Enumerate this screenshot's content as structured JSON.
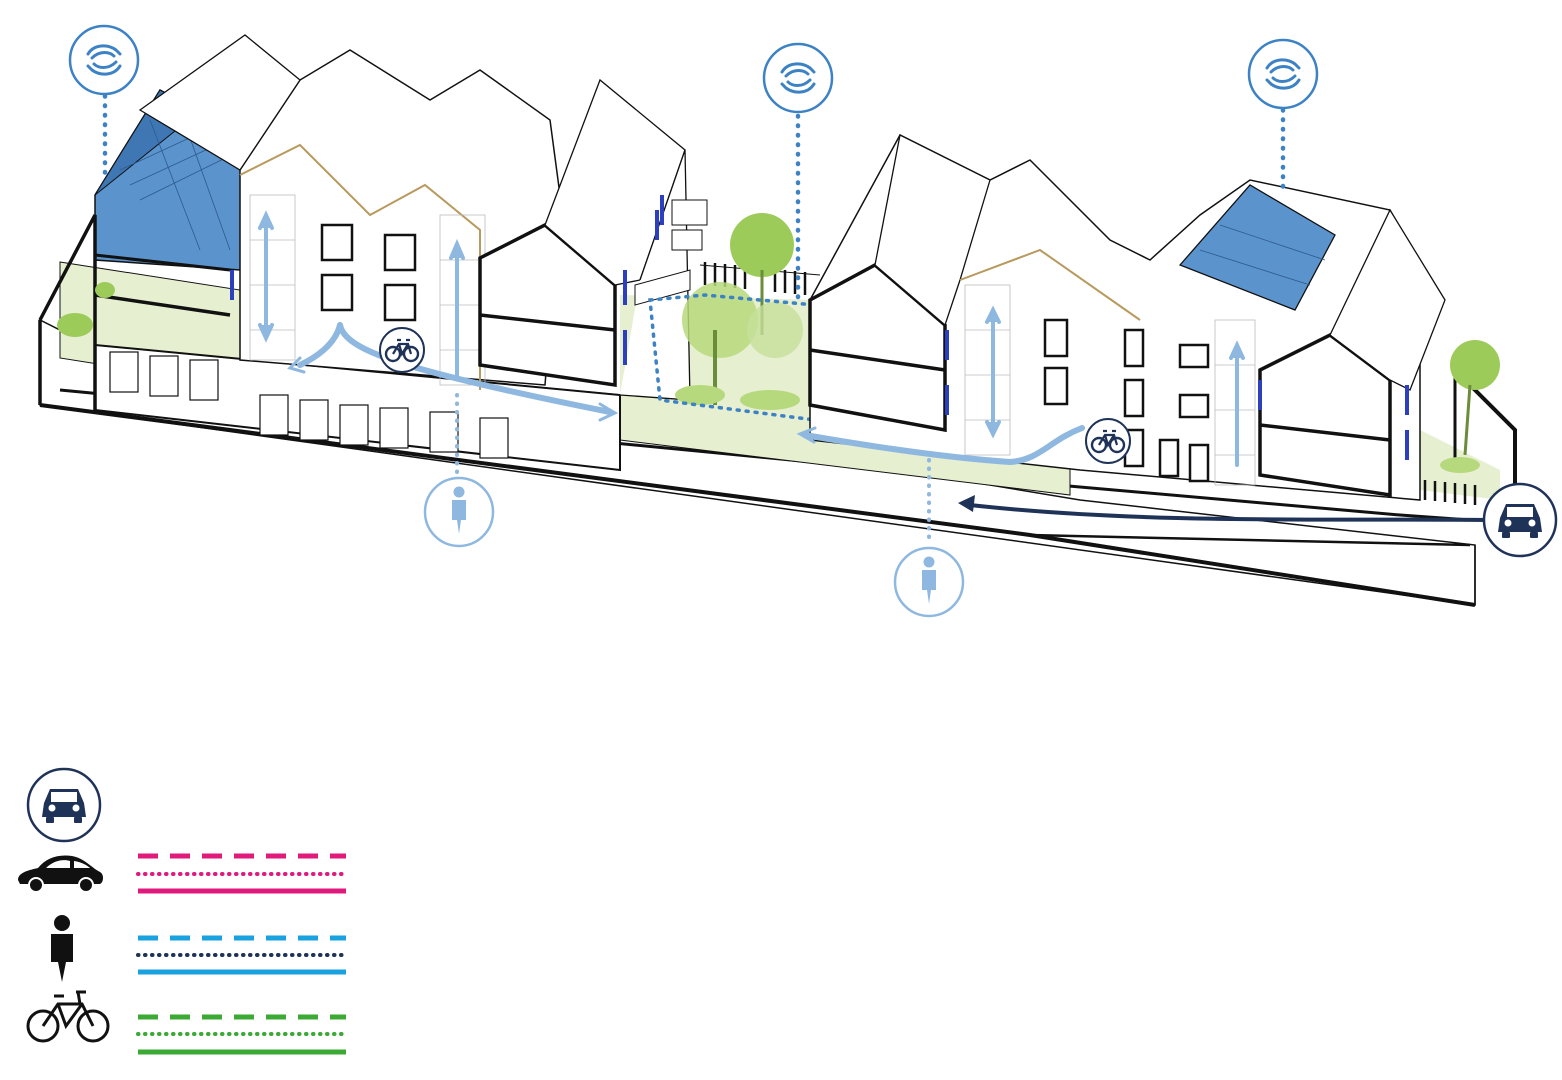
{
  "colors": {
    "outline": "#111111",
    "ground": "#e6efd0",
    "roof_highlight": "#5b93cc",
    "flow_light": "#8fb8e0",
    "icon_ring": "#3d82c4",
    "car_path": "#1f3358",
    "car_legend": "#e0197d",
    "pedestrian_legend": "#1aa2e0",
    "pedestrian_dots": "#1f3358",
    "bike_legend": "#3aaa35",
    "tree": "#9ccb5a",
    "window_accent": "#2b3fbf"
  },
  "icons": {
    "shared_space": "hands-exchange-icon",
    "pedestrian": "pedestrian-icon",
    "bicycle": "bicycle-icon",
    "car": "car-icon"
  },
  "legend": [
    {
      "mode": "car",
      "icon": "car-side-icon",
      "color": "#e0197d",
      "styles": [
        "dashed",
        "dotted",
        "solid"
      ]
    },
    {
      "mode": "pedestrian",
      "icon": "pedestrian-icon",
      "color": "#1aa2e0",
      "styles": [
        "dashed",
        "dotted",
        "solid"
      ]
    },
    {
      "mode": "bicycle",
      "icon": "bicycle-icon",
      "color": "#3aaa35",
      "styles": [
        "dashed",
        "dotted",
        "solid"
      ]
    }
  ]
}
